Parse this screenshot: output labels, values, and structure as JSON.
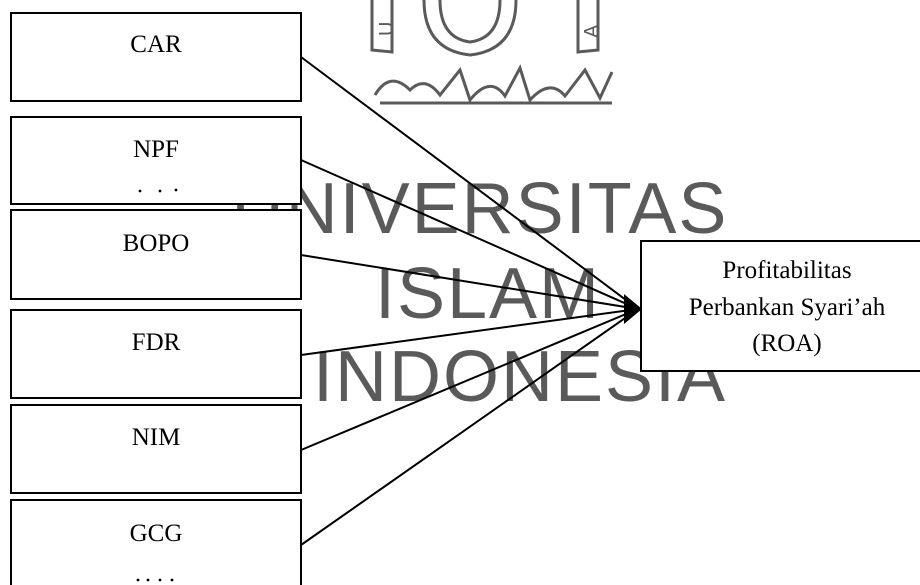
{
  "variables": [
    {
      "id": "car",
      "label": "CAR"
    },
    {
      "id": "npf",
      "label": "NPF"
    },
    {
      "id": "bopo",
      "label": "BOPO"
    },
    {
      "id": "fdr",
      "label": "FDR"
    },
    {
      "id": "nim",
      "label": "NIM"
    },
    {
      "id": "gcg",
      "label": "GCG"
    }
  ],
  "target": {
    "lines": [
      "Profitabilitas",
      "Perbankan Syari’ah",
      "(ROA)"
    ]
  },
  "watermark": {
    "lines": [
      "UNIVERSITAS",
      "ISLAM",
      "INDONESIA"
    ],
    "seal_letters": [
      "U",
      "A"
    ]
  },
  "colors": {
    "box_stroke": "#000000",
    "arrow": "#000000",
    "watermark": "#5a5a5a"
  }
}
